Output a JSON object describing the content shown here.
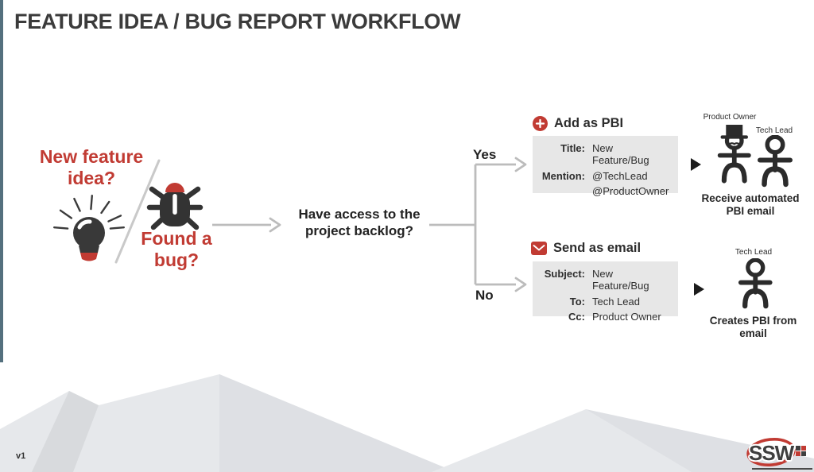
{
  "title": "FEATURE IDEA / BUG REPORT WORKFLOW",
  "version": "v1",
  "colors": {
    "accent_red": "#c13b33",
    "dark_text": "#2d2d2d",
    "connector_gray": "#bcbcbc",
    "card_gray": "#e7e7e7",
    "slate_border": "#54707e",
    "mountain_light": "#e6e8eb",
    "mountain_dark": "#d8dadd"
  },
  "icons": {
    "lightbulb": "lightbulb-icon",
    "bug": "bug-icon",
    "plus_circle": "plus-circle-icon",
    "envelope": "envelope-icon",
    "arrow_right": "triangle-right-icon",
    "person": "person-icon",
    "person_tophat": "person-tophat-icon"
  },
  "start": {
    "feature_label": "New feature idea?",
    "bug_label": "Found a bug?"
  },
  "decision": {
    "question": "Have access to the project backlog?",
    "yes_label": "Yes",
    "no_label": "No"
  },
  "pbi_card": {
    "title": "Add as PBI",
    "rows": [
      {
        "label": "Title:",
        "value": "New Feature/Bug"
      },
      {
        "label": "Mention:",
        "value": "@TechLead"
      },
      {
        "label": "",
        "value": "@ProductOwner"
      }
    ]
  },
  "email_card": {
    "title": "Send as email",
    "rows": [
      {
        "label": "Subject:",
        "value": "New Feature/Bug"
      },
      {
        "label": "To:",
        "value": "Tech Lead"
      },
      {
        "label": "Cc:",
        "value": "Product Owner"
      }
    ]
  },
  "pbi_outcome": {
    "figures": [
      {
        "role": "Product Owner"
      },
      {
        "role": "Tech Lead"
      }
    ],
    "caption": "Receive automated PBI email"
  },
  "email_outcome": {
    "figures": [
      {
        "role": "Tech Lead"
      }
    ],
    "caption": "Creates PBI from email"
  },
  "logo": {
    "text": "SSW"
  }
}
